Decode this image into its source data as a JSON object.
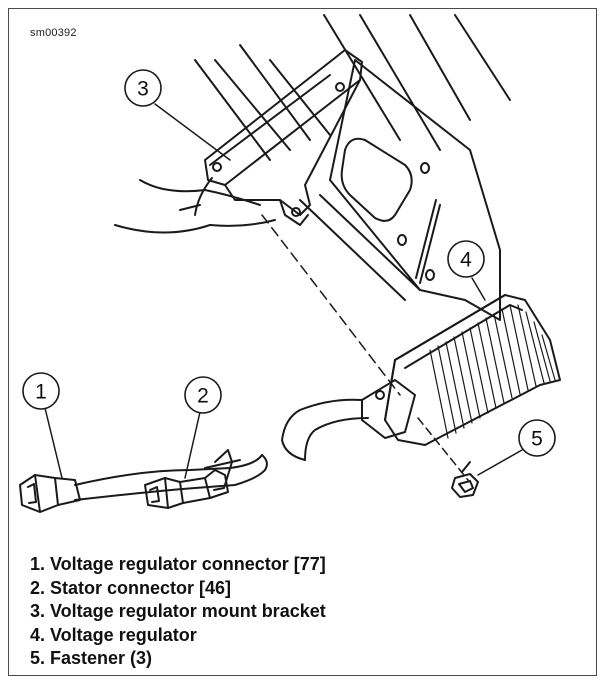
{
  "figure_id": "sm00392",
  "callouts": [
    {
      "number": "1"
    },
    {
      "number": "2"
    },
    {
      "number": "3"
    },
    {
      "number": "4"
    },
    {
      "number": "5"
    }
  ],
  "legend": [
    "1. Voltage regulator connector [77]",
    "2. Stator connector [46]",
    "3. Voltage regulator mount bracket",
    "4. Voltage regulator",
    "5. Fastener (3)"
  ],
  "colors": {
    "line": "#1a1a1a",
    "background": "#ffffff",
    "border": "#4a4a4a"
  }
}
